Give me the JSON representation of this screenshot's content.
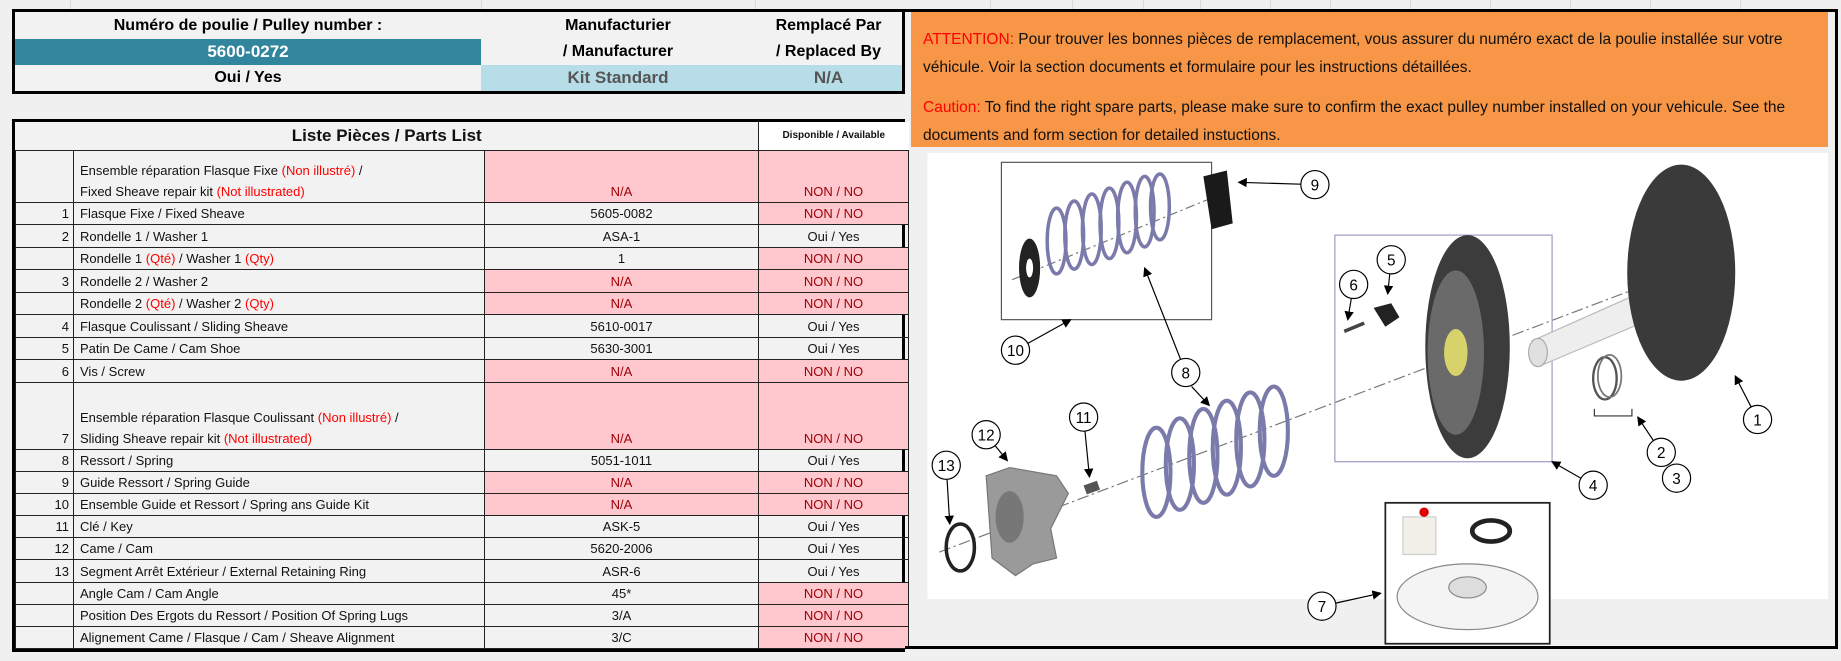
{
  "header": {
    "pulley_label": "Numéro de poulie / Pulley number :",
    "pulley_number": "5600-0272",
    "pulley_available": "Oui / Yes",
    "manufacturer_label_1": "Manufacturier",
    "manufacturer_label_2": "/ Manufacturer",
    "manufacturer_value": "Kit Standard",
    "replaced_label_1": "Remplacé Par",
    "replaced_label_2": "/ Replaced By",
    "replaced_value": "N/A"
  },
  "parts_list": {
    "title": "Liste Pièces / Parts List",
    "available_header": "Disponible / Available",
    "rows": [
      {
        "num": "",
        "desc": [
          [
            {
              "t": "Ensemble réparation Flasque Fixe "
            },
            {
              "t": "(Non illustré)",
              "red": true
            },
            {
              "t": " /"
            }
          ],
          [
            {
              "t": "Fixed Sheave repair kit "
            },
            {
              "t": "(Not illustrated)",
              "red": true
            }
          ]
        ],
        "part": "N/A",
        "avail": "NON / NO",
        "tall": 1
      },
      {
        "num": "1",
        "desc": [
          [
            {
              "t": "Flasque Fixe / Fixed Sheave"
            }
          ]
        ],
        "part": "5605-0082",
        "avail": "NON / NO"
      },
      {
        "num": "2",
        "desc": [
          [
            {
              "t": "Rondelle 1 / Washer 1"
            }
          ]
        ],
        "part": "ASA-1",
        "avail": "Oui / Yes"
      },
      {
        "num": "",
        "desc": [
          [
            {
              "t": "Rondelle 1 "
            },
            {
              "t": "(Qté)",
              "red": true
            },
            {
              "t": " / Washer 1 "
            },
            {
              "t": "(Qty)",
              "red": true
            }
          ]
        ],
        "part": "1",
        "avail": "NON / NO"
      },
      {
        "num": "3",
        "desc": [
          [
            {
              "t": "Rondelle 2 / Washer 2"
            }
          ]
        ],
        "part": "N/A",
        "avail": "NON / NO"
      },
      {
        "num": "",
        "desc": [
          [
            {
              "t": "Rondelle 2 "
            },
            {
              "t": "(Qté)",
              "red": true
            },
            {
              "t": " / Washer 2 "
            },
            {
              "t": "(Qty)",
              "red": true
            }
          ]
        ],
        "part": "N/A",
        "avail": "NON / NO"
      },
      {
        "num": "4",
        "desc": [
          [
            {
              "t": "Flasque Coulissant / Sliding Sheave"
            }
          ]
        ],
        "part": "5610-0017",
        "avail": "Oui / Yes"
      },
      {
        "num": "5",
        "desc": [
          [
            {
              "t": "Patin De Came / Cam Shoe"
            }
          ]
        ],
        "part": "5630-3001",
        "avail": "Oui / Yes"
      },
      {
        "num": "6",
        "desc": [
          [
            {
              "t": "Vis / Screw"
            }
          ]
        ],
        "part": "N/A",
        "avail": "NON / NO"
      },
      {
        "num": "7",
        "desc": [
          [
            {
              "t": "Ensemble réparation Flasque Coulissant "
            },
            {
              "t": "(Non illustré)",
              "red": true
            },
            {
              "t": " /"
            }
          ],
          [
            {
              "t": "Sliding Sheave repair kit "
            },
            {
              "t": "(Not illustrated)",
              "red": true
            }
          ]
        ],
        "part": "N/A",
        "avail": "NON / NO",
        "tall": 2
      },
      {
        "num": "8",
        "desc": [
          [
            {
              "t": "Ressort / Spring"
            }
          ]
        ],
        "part": "5051-1011",
        "avail": "Oui / Yes"
      },
      {
        "num": "9",
        "desc": [
          [
            {
              "t": "Guide Ressort / Spring Guide"
            }
          ]
        ],
        "part": "N/A",
        "avail": "NON / NO"
      },
      {
        "num": "10",
        "desc": [
          [
            {
              "t": "Ensemble Guide et Ressort / Spring ans Guide Kit"
            }
          ]
        ],
        "part": "N/A",
        "avail": "NON / NO"
      },
      {
        "num": "11",
        "desc": [
          [
            {
              "t": "Clé / Key"
            }
          ]
        ],
        "part": "ASK-5",
        "avail": "Oui / Yes"
      },
      {
        "num": "12",
        "desc": [
          [
            {
              "t": "Came / Cam"
            }
          ]
        ],
        "part": "5620-2006",
        "avail": "Oui / Yes"
      },
      {
        "num": "13",
        "desc": [
          [
            {
              "t": "Segment Arrêt Extérieur / External Retaining Ring"
            }
          ]
        ],
        "part": "ASR-6",
        "avail": "Oui / Yes"
      },
      {
        "num": "",
        "desc": [
          [
            {
              "t": "Angle Cam / Cam Angle"
            }
          ]
        ],
        "part": "45*",
        "avail": "NON / NO"
      },
      {
        "num": "",
        "desc": [
          [
            {
              "t": "Position Des Ergots du Ressort / Position Of Spring Lugs"
            }
          ]
        ],
        "part": "3/A",
        "avail": "NON / NO"
      },
      {
        "num": "",
        "desc": [
          [
            {
              "t": "Alignement Came / Flasque / Cam / Sheave Alignment"
            }
          ]
        ],
        "part": "3/C",
        "avail": "NON / NO"
      }
    ]
  },
  "notice": {
    "fr_label": "ATTENTION:",
    "fr_text": " Pour trouver les bonnes pièces de remplacement, vous assurer du numéro exact de la poulie installée sur votre véhicule. Voir la section documents et formulaire pour les instructions détaillées.",
    "en_label": "Caution:",
    "en_text": " To find the right spare parts, please make sure to confirm the exact pulley number installed on your vehicule. See the documents and form section for detailed instuctions."
  },
  "diagram": {
    "callouts": [
      "1",
      "2",
      "3",
      "4",
      "5",
      "6",
      "7",
      "8",
      "9",
      "10",
      "11",
      "12",
      "13"
    ]
  },
  "colors": {
    "pulley_bg": "#31859c",
    "kit_bg": "#b7dee8",
    "unavailable_bg": "#ffc7ce",
    "unavailable_text": "#9c0006",
    "notice_bg": "#f79646"
  }
}
